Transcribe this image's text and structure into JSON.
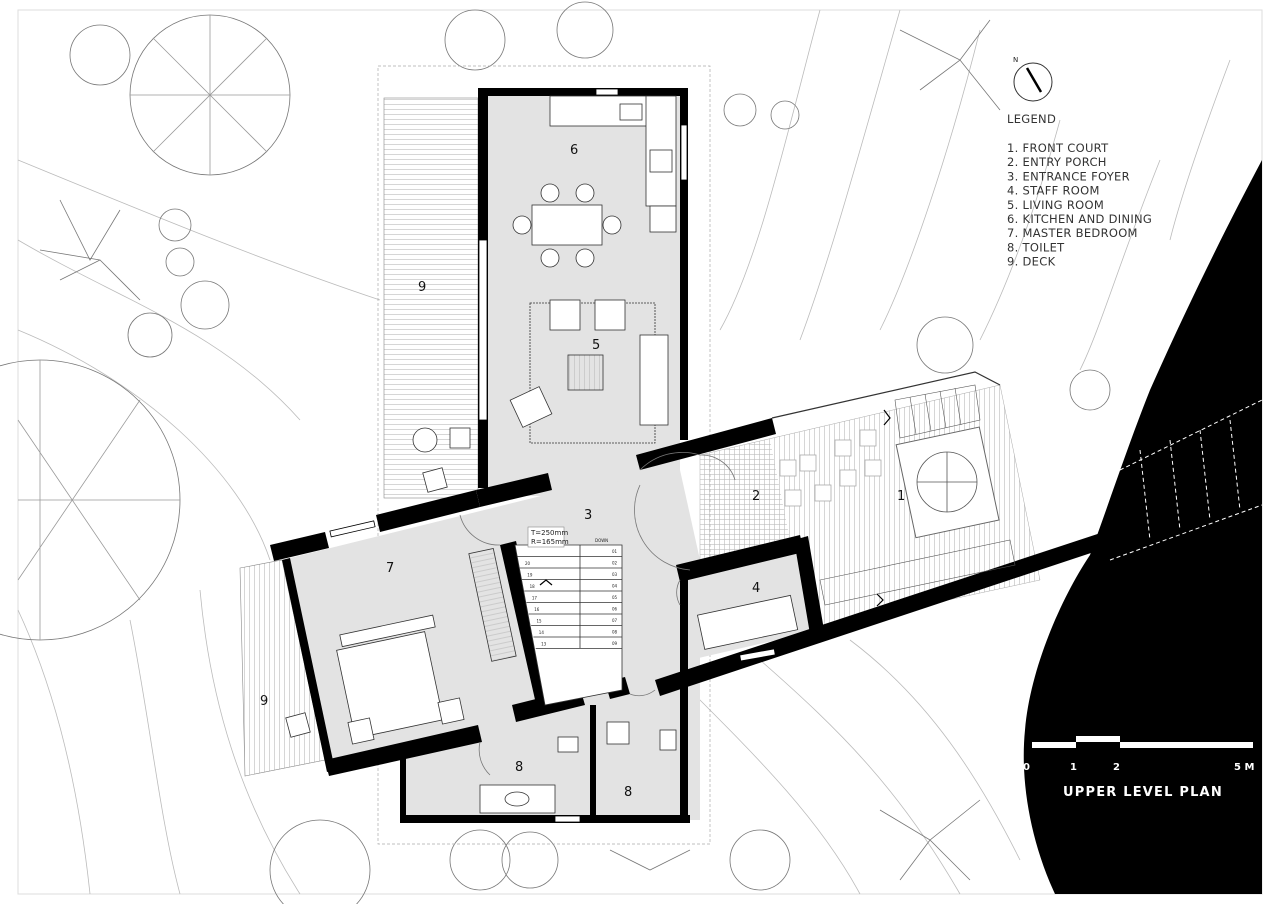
{
  "legend": {
    "title": "LEGEND",
    "items": [
      "1. FRONT COURT",
      "2. ENTRY PORCH",
      "3. ENTRANCE FOYER",
      "4. STAFF ROOM",
      "5. LIVING ROOM",
      "6. KITCHEN AND DINING",
      "7. MASTER BEDROOM",
      "8. TOILET",
      "9. DECK"
    ]
  },
  "north_arrow": {
    "label": "N"
  },
  "rooms": {
    "r1": "1",
    "r2": "2",
    "r3": "3",
    "r4": "4",
    "r5": "5",
    "r6": "6",
    "r7": "7",
    "r8a": "8",
    "r8b": "8",
    "r9a": "9",
    "r9b": "9"
  },
  "stair": {
    "tread": "T=250mm",
    "riser": "R=165mm",
    "direction": "DOWN",
    "steps_right": [
      "01",
      "02",
      "03",
      "04",
      "05",
      "06",
      "07",
      "08",
      "09"
    ],
    "steps_left": [
      "20",
      "19",
      "18",
      "17",
      "16",
      "15",
      "14",
      "13"
    ]
  },
  "scale_bar": {
    "ticks": [
      "0",
      "1",
      "2",
      "5 M"
    ]
  },
  "plan_title": "UPPER LEVEL PLAN",
  "colors": {
    "wall": "#000000",
    "floor": "#e3e3e3",
    "terrain": "#000000",
    "line": "#777777"
  }
}
